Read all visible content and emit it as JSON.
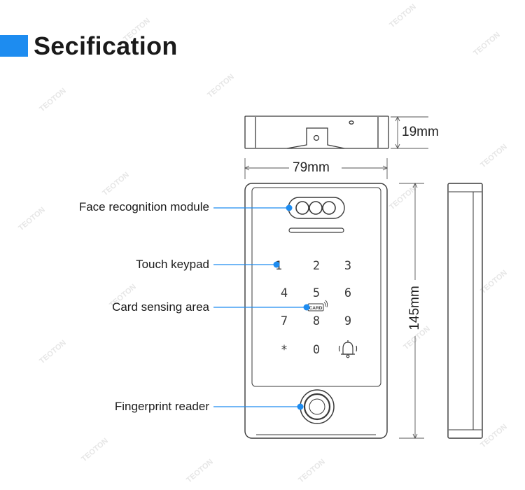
{
  "header": {
    "title": "Secification"
  },
  "labels": {
    "face_module": "Face recognition module",
    "keypad": "Touch keypad",
    "card_area": "Card sensing area",
    "fingerprint": "Fingerprint reader"
  },
  "dimensions": {
    "depth": "19mm",
    "width": "79mm",
    "height": "145mm"
  },
  "keypad": {
    "keys": [
      "1",
      "2",
      "3",
      "4",
      "5",
      "6",
      "7",
      "8",
      "9",
      "*",
      "0",
      "bell-icon"
    ],
    "card_badge": "CARD"
  },
  "watermark": "TEOTON",
  "colors": {
    "accent": "#1d8cf0",
    "outline": "#3a3a3a",
    "pointer": "#1d8cf0"
  }
}
